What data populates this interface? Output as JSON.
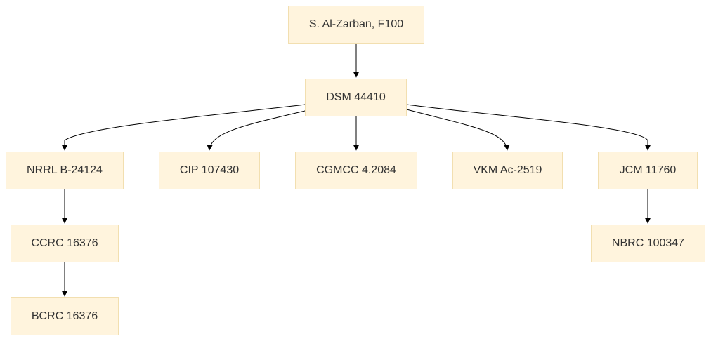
{
  "diagram": {
    "nodes": [
      {
        "id": "n1",
        "label": "S. Al-Zarban, F100"
      },
      {
        "id": "n2",
        "label": "DSM 44410"
      },
      {
        "id": "n3",
        "label": "NRRL B-24124"
      },
      {
        "id": "n4",
        "label": "CIP 107430"
      },
      {
        "id": "n5",
        "label": "CGMCC 4.2084"
      },
      {
        "id": "n6",
        "label": "VKM Ac-2519"
      },
      {
        "id": "n7",
        "label": "JCM 11760"
      },
      {
        "id": "n8",
        "label": "CCRC 16376"
      },
      {
        "id": "n9",
        "label": "NBRC 100347"
      },
      {
        "id": "n10",
        "label": "BCRC 16376"
      }
    ],
    "edges": [
      {
        "from": "n1",
        "to": "n2"
      },
      {
        "from": "n2",
        "to": "n3"
      },
      {
        "from": "n2",
        "to": "n4"
      },
      {
        "from": "n2",
        "to": "n5"
      },
      {
        "from": "n2",
        "to": "n6"
      },
      {
        "from": "n2",
        "to": "n7"
      },
      {
        "from": "n3",
        "to": "n8"
      },
      {
        "from": "n7",
        "to": "n9"
      },
      {
        "from": "n8",
        "to": "n10"
      }
    ],
    "colors": {
      "node_fill": "#fff4dd",
      "node_border": "#f2dfb0",
      "text": "#333333",
      "edge": "#000000"
    }
  }
}
